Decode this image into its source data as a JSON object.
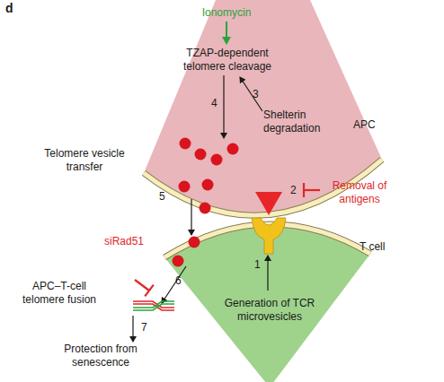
{
  "diagram": {
    "nodes": [
      {
        "text": [
          "APC",
          "TZAP-dependent telomere cleavage",
          "Shelterin degradation"
        ]
      },
      {
        "text": [
          "T cell",
          "Generation of TCR microvesicles"
        ]
      }
    ],
    "labels": [
      "d",
      "Ionomycin",
      "4",
      "3",
      "Telomere vesicle transfer",
      "2",
      "Removal of antigens",
      "5",
      "siRad51",
      "6",
      "APC–T-cell telomere fusion",
      "1",
      "7",
      "Protection from senescence"
    ]
  }
}
